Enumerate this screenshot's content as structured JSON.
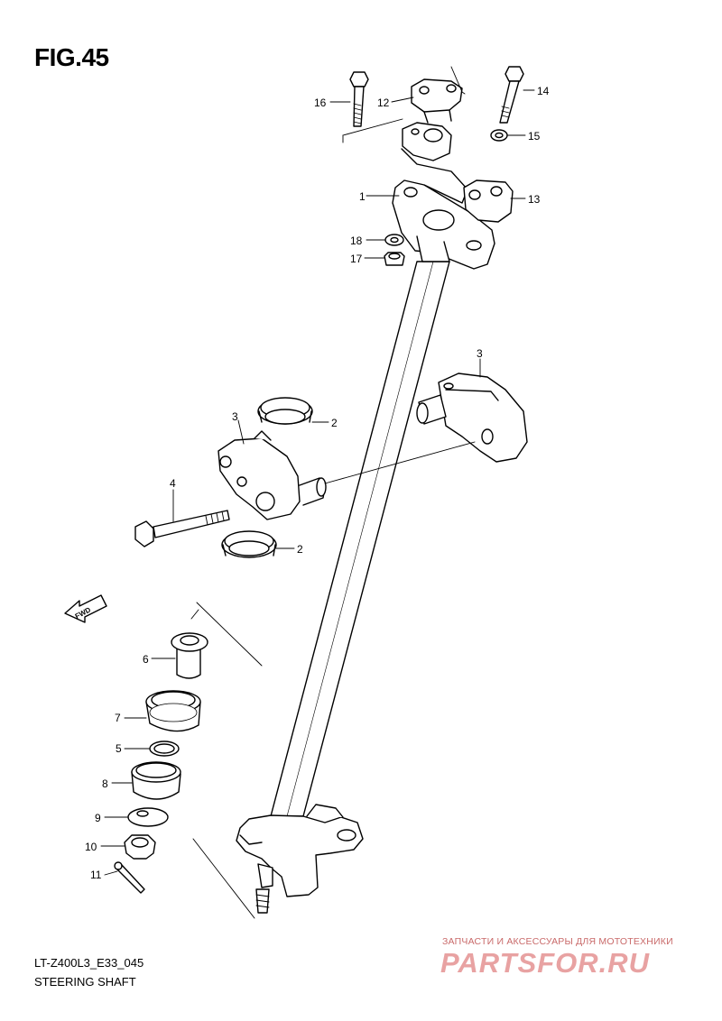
{
  "figure": {
    "title": "FIG.45",
    "code": "LT-Z400L3_E33_045",
    "name": "STEERING SHAFT"
  },
  "fwd_label": "FWD",
  "watermark": {
    "subtitle": "ЗАПЧАСТИ И АКСЕССУАРЫ ДЛЯ МОТОТЕХНИКИ",
    "logo": "PARTSFOR.RU"
  },
  "callouts": [
    "1",
    "2",
    "2",
    "3",
    "3",
    "4",
    "5",
    "6",
    "7",
    "8",
    "9",
    "10",
    "11",
    "12",
    "13",
    "14",
    "15",
    "16",
    "17",
    "18"
  ],
  "colors": {
    "line": "#000000",
    "watermark": "#e8a2a2"
  }
}
